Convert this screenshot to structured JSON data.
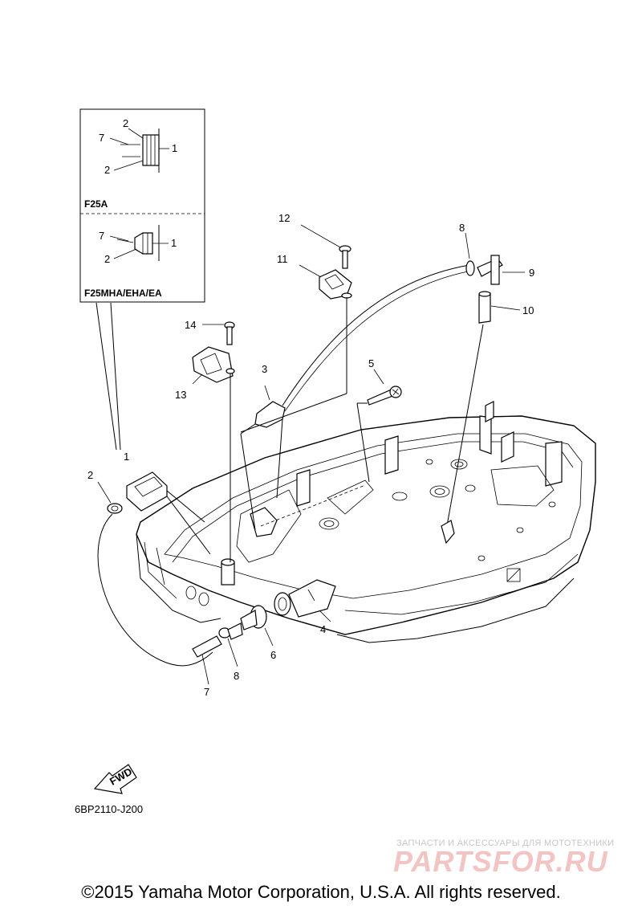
{
  "diagram": {
    "callouts": [
      {
        "id": "c1",
        "text": "1"
      },
      {
        "id": "c2",
        "text": "2"
      },
      {
        "id": "c3",
        "text": "3"
      },
      {
        "id": "c4",
        "text": "4"
      },
      {
        "id": "c5",
        "text": "5"
      },
      {
        "id": "c6",
        "text": "6"
      },
      {
        "id": "c7",
        "text": "7"
      },
      {
        "id": "c8",
        "text": "8"
      },
      {
        "id": "c8b",
        "text": "8"
      },
      {
        "id": "c9",
        "text": "9"
      },
      {
        "id": "c10",
        "text": "10"
      },
      {
        "id": "c11",
        "text": "11"
      },
      {
        "id": "c12",
        "text": "12"
      },
      {
        "id": "c13",
        "text": "13"
      },
      {
        "id": "c14",
        "text": "14"
      }
    ],
    "inset_top": {
      "label": "F25A",
      "callouts": [
        "2",
        "7",
        "1",
        "2"
      ]
    },
    "inset_bottom": {
      "label": "F25MHA/EHA/EA",
      "callouts": [
        "7",
        "1",
        "2"
      ]
    },
    "fwd_label": "FWD",
    "drawing_code": "6BP2110-J200"
  },
  "watermark": {
    "tagline": "ЗАПЧАСТИ И АКСЕССУАРЫ ДЛЯ МОТОТЕХНИКИ",
    "brand": "PARTSFOR.RU"
  },
  "footer": {
    "copyright": "©2015 Yamaha Motor Corporation, U.S.A. All rights reserved."
  }
}
